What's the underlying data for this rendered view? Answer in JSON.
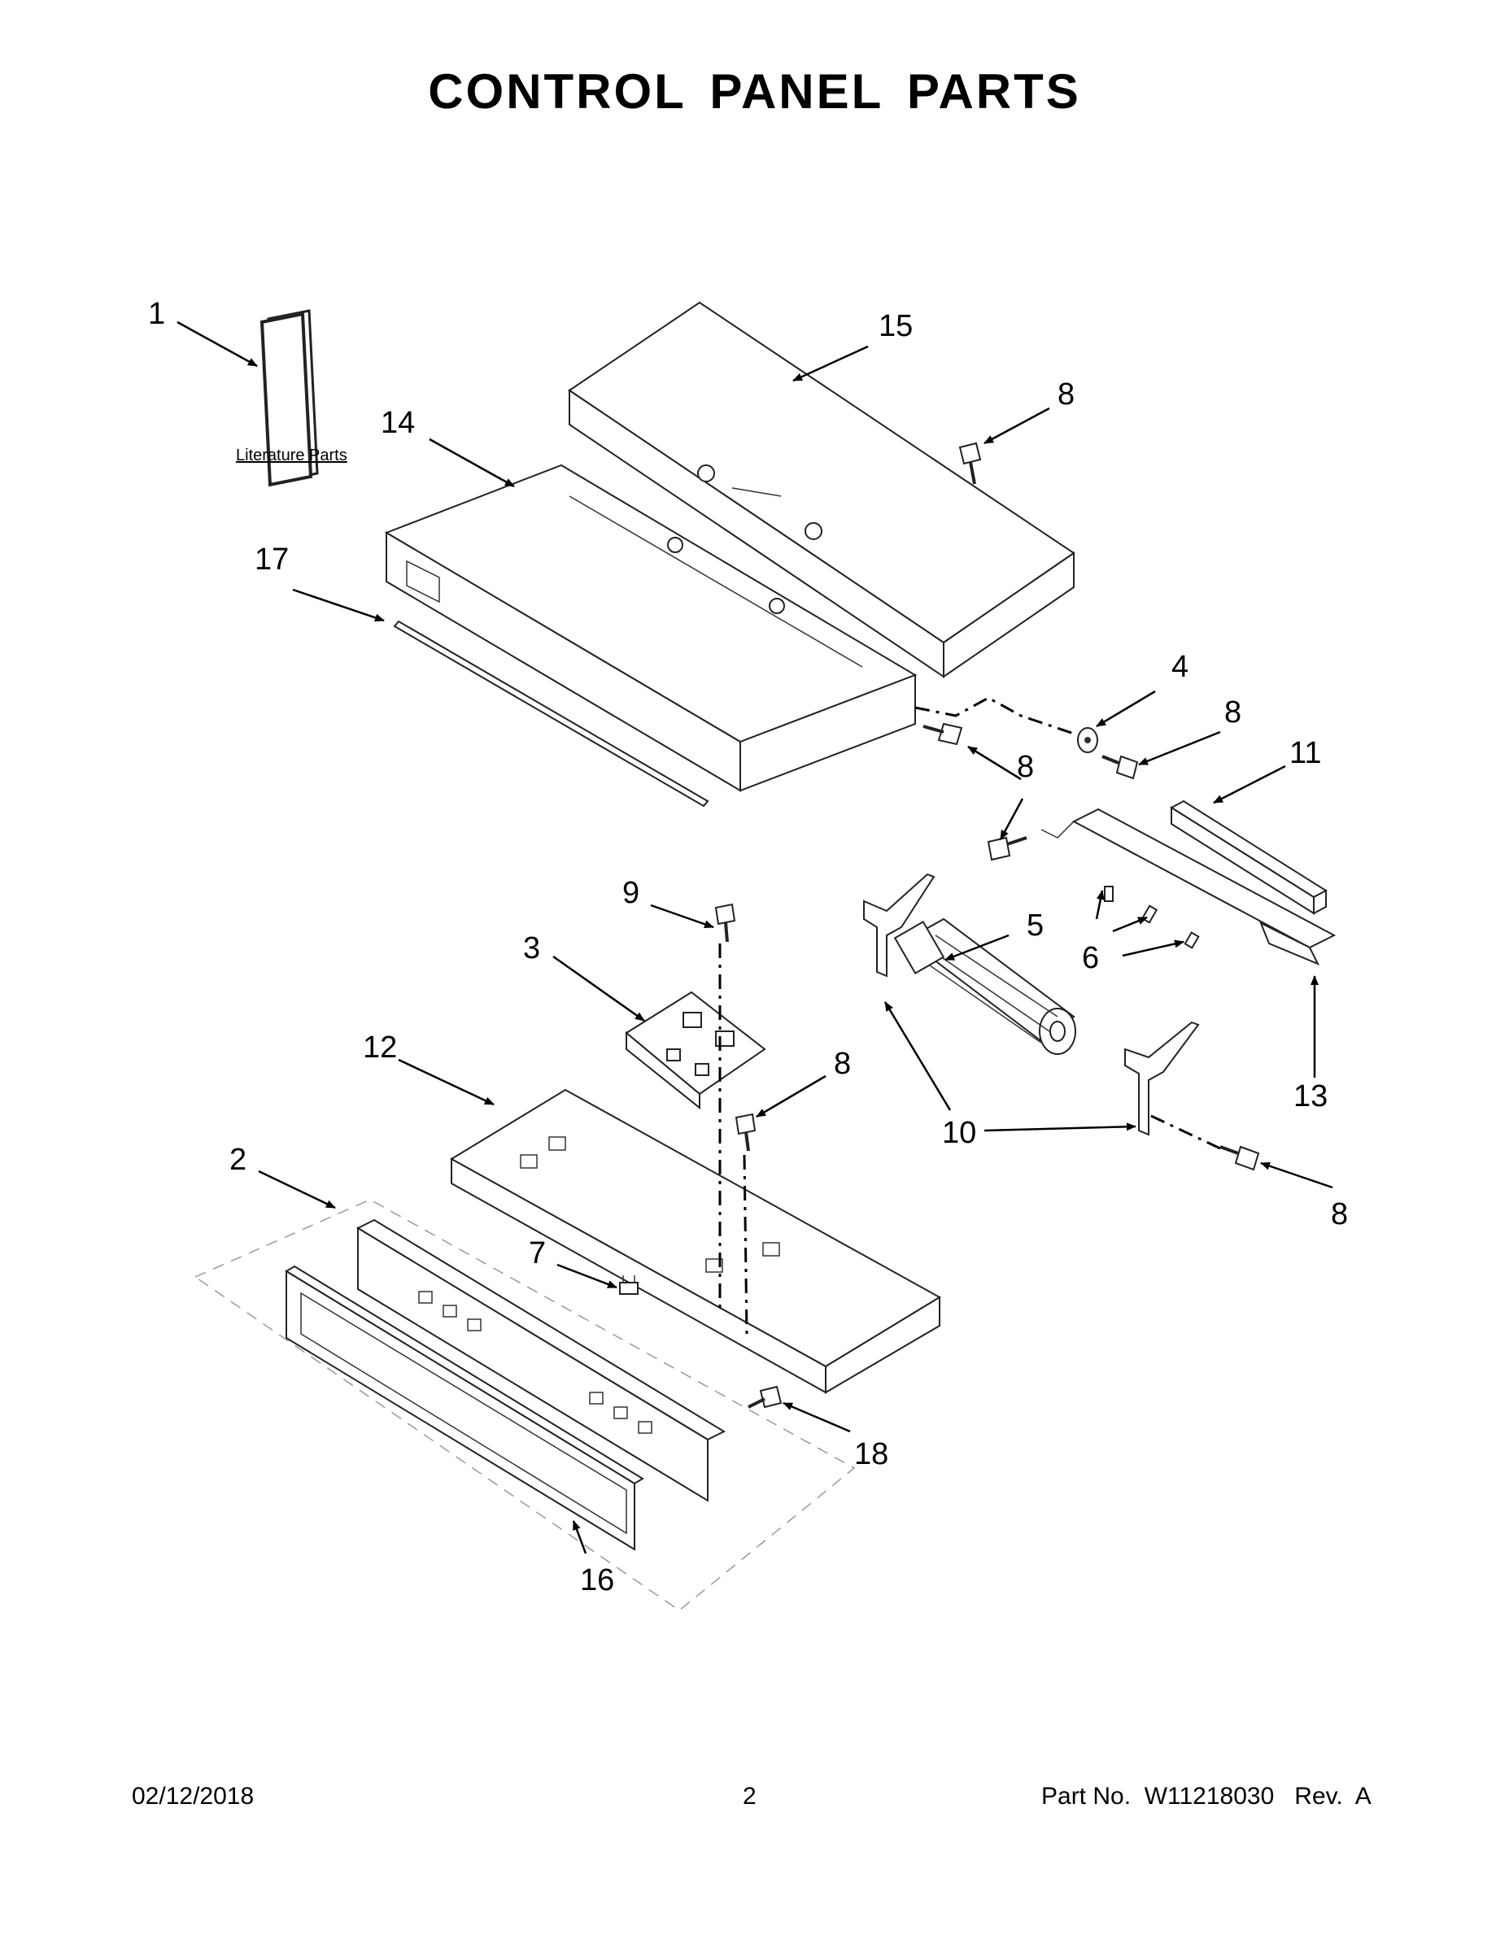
{
  "page": {
    "title": "CONTROL PANEL PARTS",
    "footer": {
      "date": "02/12/2018",
      "page_number": "2",
      "part_info": "Part No.  W11218030   Rev.  A"
    }
  },
  "diagram": {
    "literature_label": "Literature Parts",
    "callouts": {
      "c1": "1",
      "c2": "2",
      "c3": "3",
      "c4": "4",
      "c5": "5",
      "c6": "6",
      "c7": "7",
      "c8a": "8",
      "c8b": "8",
      "c8c": "8",
      "c8d": "8",
      "c8e": "8",
      "c9": "9",
      "c10": "10",
      "c11": "11",
      "c12": "12",
      "c13": "13",
      "c14": "14",
      "c15": "15",
      "c16": "16",
      "c17": "17",
      "c18": "18"
    }
  }
}
